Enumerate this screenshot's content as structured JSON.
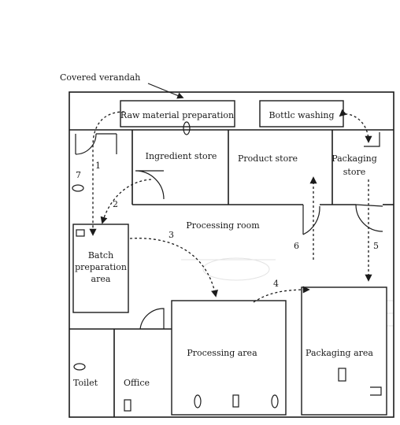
{
  "labels": {
    "covered_verandah": "Covered verandah",
    "raw_material_preparation": "Raw material preparation",
    "bottle_washing": "Bottlc washing",
    "ingredient_store": "Ingredient store",
    "product_store": "Product store",
    "packaging_store_line1": "Packaging",
    "packaging_store_line2": "store",
    "processing_room": "Processing room",
    "batch_line1": "Batch",
    "batch_line2": "preparation",
    "batch_line3": "area",
    "processing_area": "Processing area",
    "packaging_area": "Packaging area",
    "toilet": "Toilet",
    "office": "Office"
  },
  "flow_numbers": {
    "f1": "1",
    "f2": "2",
    "f3": "3",
    "f4": "4",
    "f5": "5",
    "f6": "6",
    "f7": "7"
  },
  "colors": {
    "ink": "#1b1b1b",
    "paper": "#ffffff"
  }
}
